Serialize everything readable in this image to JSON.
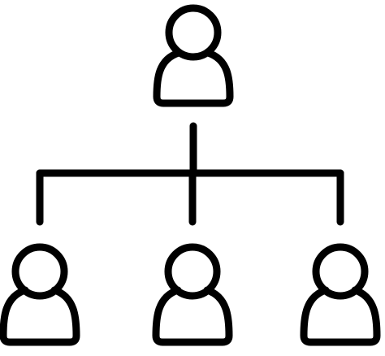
{
  "diagram": {
    "type": "hierarchy",
    "icon": "org-chart-icon",
    "stroke_color": "#000000",
    "background_color": "#ffffff",
    "nodes": [
      {
        "id": "root",
        "icon": "person-icon",
        "level": 0
      },
      {
        "id": "child-left",
        "icon": "person-icon",
        "level": 1
      },
      {
        "id": "child-middle",
        "icon": "person-icon",
        "level": 1
      },
      {
        "id": "child-right",
        "icon": "person-icon",
        "level": 1
      }
    ],
    "edges": [
      {
        "from": "root",
        "to": "child-left"
      },
      {
        "from": "root",
        "to": "child-middle"
      },
      {
        "from": "root",
        "to": "child-right"
      }
    ]
  }
}
